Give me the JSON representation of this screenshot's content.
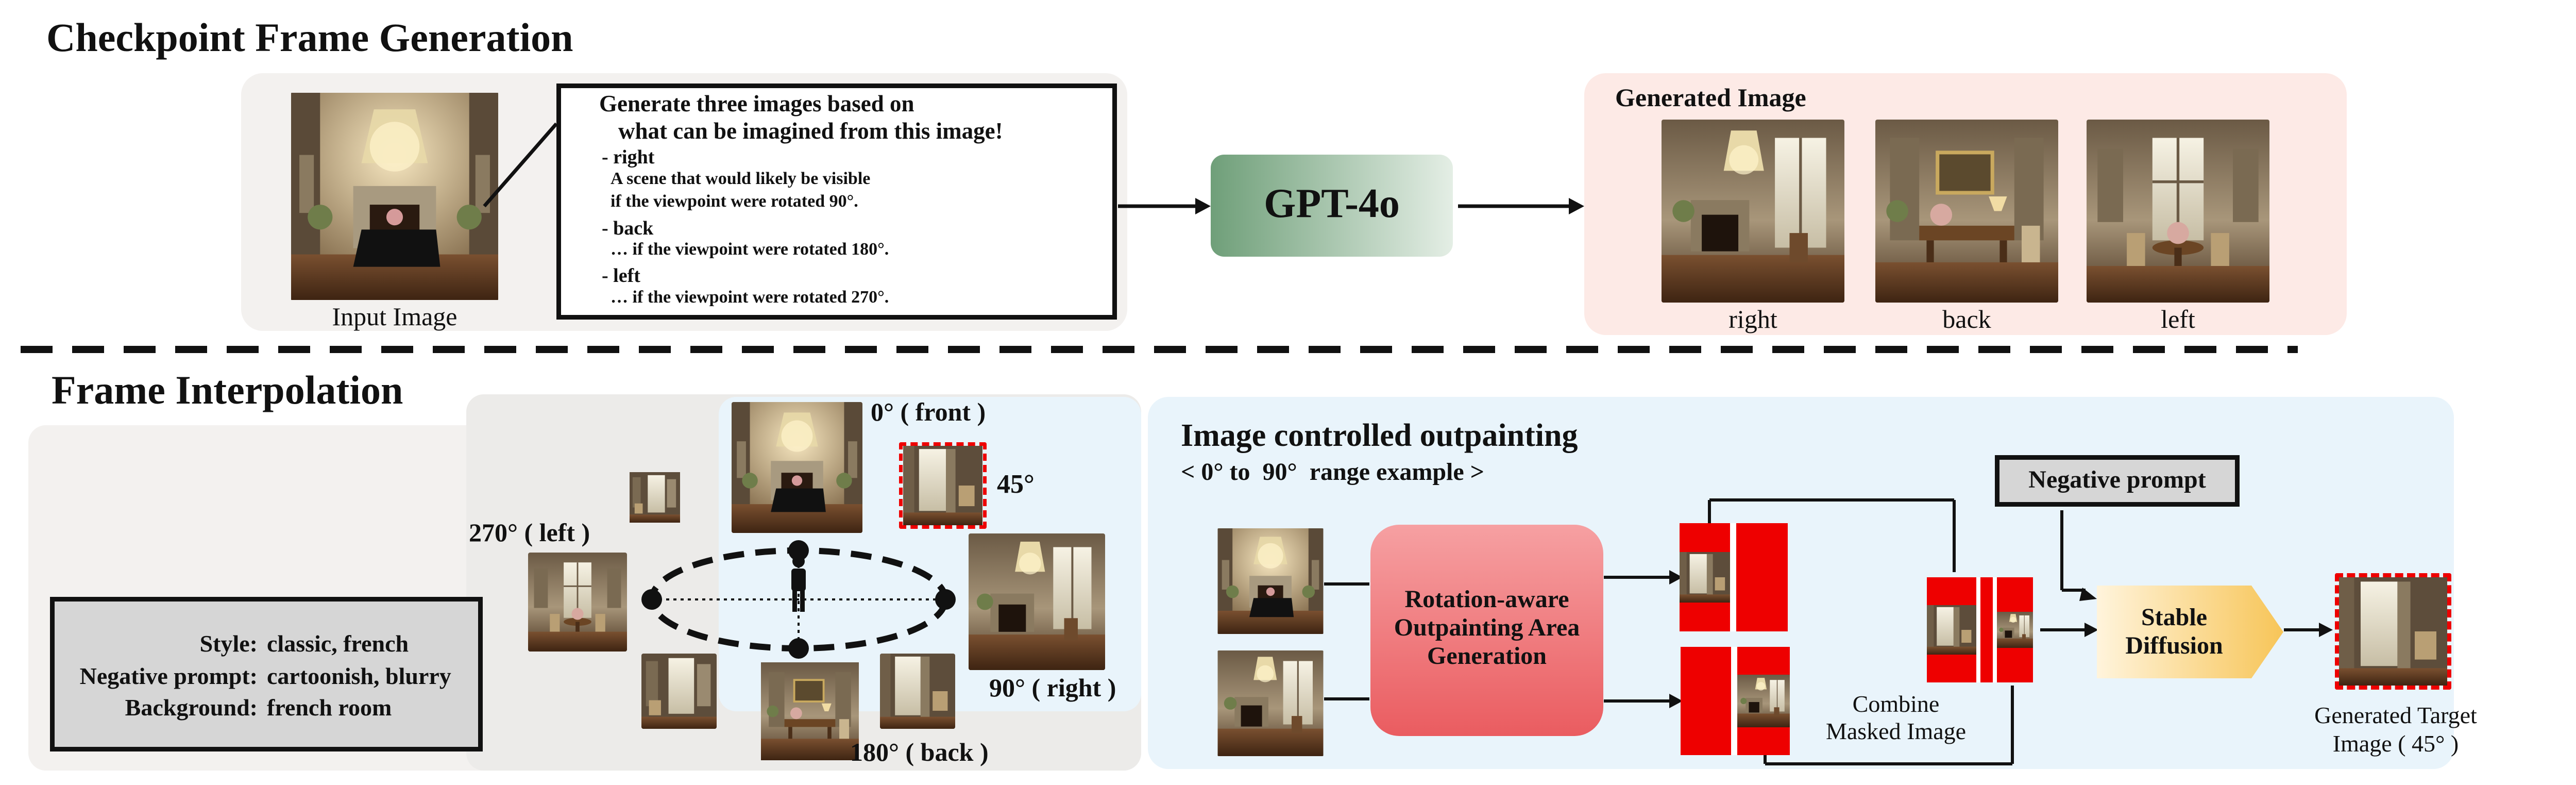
{
  "colors": {
    "gray_panel": "#f3f1ef",
    "pink_panel": "#fdeae6",
    "blue_panel": "#e9f4fb",
    "gpt_green": "#7ea886",
    "red": "#ee0000",
    "rot_box": "#f07f82",
    "stable_yellow": "#f9d27c"
  },
  "top": {
    "title": "Checkpoint Frame Generation",
    "input_caption": "Input Image",
    "prompt": {
      "line1": "Generate three images based on",
      "line2": "what can be imagined from this image!",
      "right_head": "- right",
      "right_l1": "A scene that would likely be visible",
      "right_l2": "if the viewpoint were rotated 90°.",
      "back_head": "- back",
      "back_l1": "… if the viewpoint were rotated 180°.",
      "left_head": "- left",
      "left_l1": "… if the viewpoint were rotated 270°."
    },
    "gpt_label": "GPT-4o",
    "generated_title": "Generated Image",
    "captions": [
      "right",
      "back",
      "left"
    ],
    "ellipsis": "⋮"
  },
  "bottom": {
    "title": "Frame Interpolation",
    "style_box": {
      "style_key": "Style:",
      "style_val": "classic, french",
      "neg_key": "Negative prompt:",
      "neg_val": "cartoonish, blurry",
      "bg_key": "Background:",
      "bg_val": "french room"
    },
    "angles": {
      "front": "0° ( front )",
      "a45": "45°",
      "left": "270° ( left )",
      "right": "90° ( right )",
      "back": "180° ( back )"
    },
    "outpaint": {
      "title": "Image controlled outpainting",
      "subtitle": "< 0° to  90°  range example >",
      "rotation_box": "Rotation-aware Outpainting Area Generation",
      "negative_prompt": "Negative prompt",
      "stable": "Stable Diffusion",
      "combine": "Combine Masked Image",
      "generated": "Generated Target Image ( 45° )"
    }
  }
}
